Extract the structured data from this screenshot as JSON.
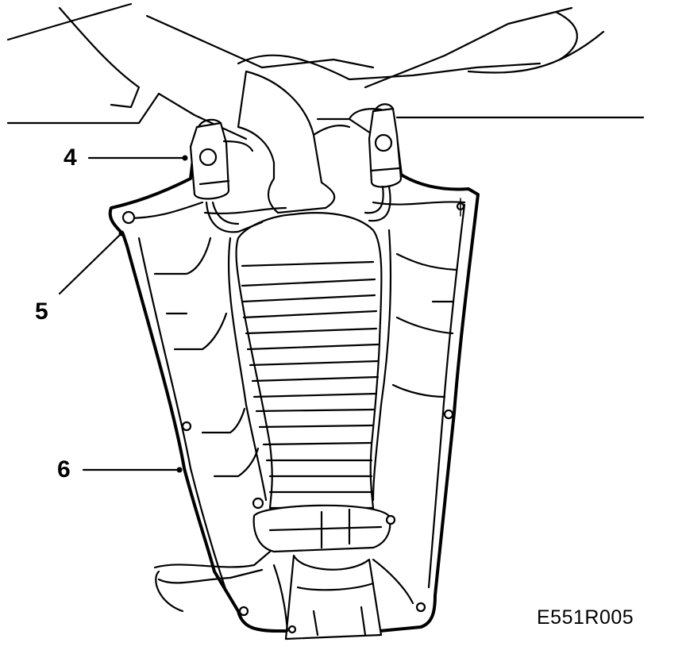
{
  "callouts": [
    {
      "id": "4",
      "label": "4"
    },
    {
      "id": "5",
      "label": "5"
    },
    {
      "id": "6",
      "label": "6"
    }
  ],
  "figure_code": "E551R005"
}
